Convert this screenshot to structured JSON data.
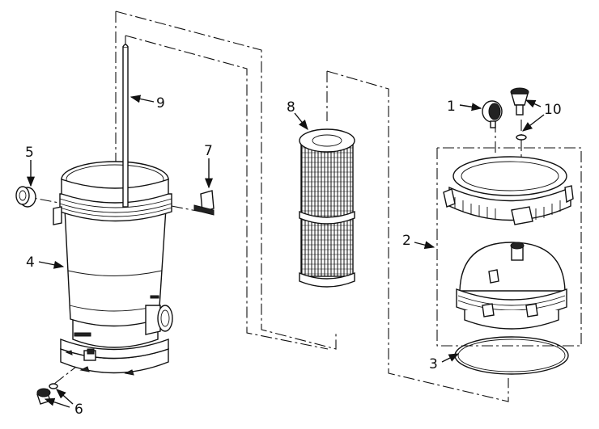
{
  "callouts": [
    {
      "id": "1",
      "text": "1"
    },
    {
      "id": "2",
      "text": "2"
    },
    {
      "id": "3",
      "text": "3"
    },
    {
      "id": "4",
      "text": "4"
    },
    {
      "id": "5",
      "text": "5"
    },
    {
      "id": "6",
      "text": "6"
    },
    {
      "id": "7",
      "text": "7"
    },
    {
      "id": "8",
      "text": "8"
    },
    {
      "id": "9",
      "text": "9"
    },
    {
      "id": "10",
      "text": "10"
    }
  ],
  "colors": {
    "ink": "#111111",
    "paper": "#ffffff"
  }
}
